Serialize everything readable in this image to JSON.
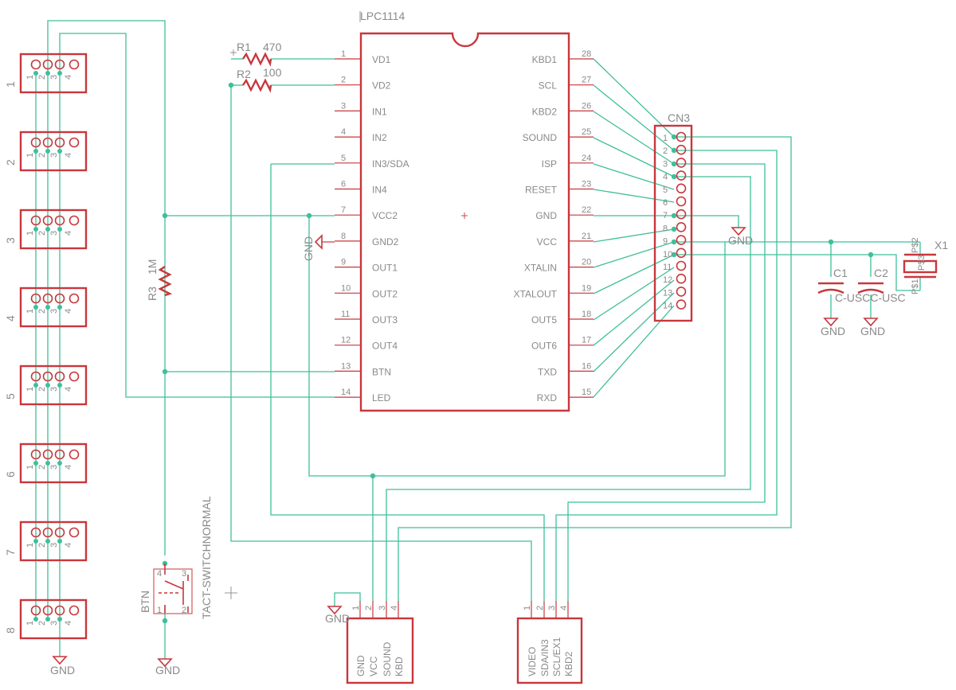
{
  "ic": {
    "name": "LPC1114",
    "pins_left": [
      {
        "num": "1",
        "name": "VD1"
      },
      {
        "num": "2",
        "name": "VD2"
      },
      {
        "num": "3",
        "name": "IN1"
      },
      {
        "num": "4",
        "name": "IN2"
      },
      {
        "num": "5",
        "name": "IN3/SDA"
      },
      {
        "num": "6",
        "name": "IN4"
      },
      {
        "num": "7",
        "name": "VCC2"
      },
      {
        "num": "8",
        "name": "GND2"
      },
      {
        "num": "9",
        "name": "OUT1"
      },
      {
        "num": "10",
        "name": "OUT2"
      },
      {
        "num": "11",
        "name": "OUT3"
      },
      {
        "num": "12",
        "name": "OUT4"
      },
      {
        "num": "13",
        "name": "BTN"
      },
      {
        "num": "14",
        "name": "LED"
      }
    ],
    "pins_right": [
      {
        "num": "28",
        "name": "KBD1"
      },
      {
        "num": "27",
        "name": "SCL"
      },
      {
        "num": "26",
        "name": "KBD2"
      },
      {
        "num": "25",
        "name": "SOUND"
      },
      {
        "num": "24",
        "name": "ISP"
      },
      {
        "num": "23",
        "name": "RESET"
      },
      {
        "num": "22",
        "name": "GND"
      },
      {
        "num": "21",
        "name": "VCC"
      },
      {
        "num": "20",
        "name": "XTALIN"
      },
      {
        "num": "19",
        "name": "XTALOUT"
      },
      {
        "num": "18",
        "name": "OUT5"
      },
      {
        "num": "17",
        "name": "OUT6"
      },
      {
        "num": "16",
        "name": "TXD"
      },
      {
        "num": "15",
        "name": "RXD"
      }
    ]
  },
  "resistors": {
    "r1": {
      "name": "R1",
      "value": "470"
    },
    "r2": {
      "name": "R2",
      "value": "100"
    },
    "r3": {
      "name": "R3",
      "value": "1M"
    }
  },
  "cn3": {
    "name": "CN3",
    "pins": [
      "1",
      "2",
      "3",
      "4",
      "5",
      "6",
      "7",
      "8",
      "9",
      "10",
      "11",
      "12",
      "13",
      "14"
    ]
  },
  "capacitors": {
    "c1": {
      "name": "C1",
      "value": "C-USC"
    },
    "c2": {
      "name": "C2",
      "value": "C-USC"
    },
    "value_overlap": "C-USCC-USC"
  },
  "crystal": {
    "name": "X1",
    "pin1": "P$1",
    "pin2": "P$2",
    "mid": "P$3"
  },
  "switch": {
    "name": "BTN",
    "value": "TACT-SWITCHNORMAL",
    "pins": [
      "4",
      "3",
      "1",
      "2"
    ]
  },
  "headers": {
    "labels": [
      "1",
      "2",
      "3",
      "4",
      "5",
      "6",
      "7",
      "8"
    ],
    "pin_labels": [
      "1",
      "2",
      "3",
      "4"
    ]
  },
  "connector_a": {
    "pins": [
      "1",
      "2",
      "3",
      "4"
    ],
    "labels": [
      "GND",
      "VCC",
      "SOUND",
      "KBD"
    ]
  },
  "connector_b": {
    "pins": [
      "1",
      "2",
      "3",
      "4"
    ],
    "labels": [
      "VIDEO",
      "SDA/IN3",
      "SCL/EX1",
      "KBD2"
    ]
  },
  "gnd_label": "GND",
  "colors": {
    "wire": "#3fbf9a",
    "part": "#c8373c",
    "text": "#8a8a8a"
  }
}
